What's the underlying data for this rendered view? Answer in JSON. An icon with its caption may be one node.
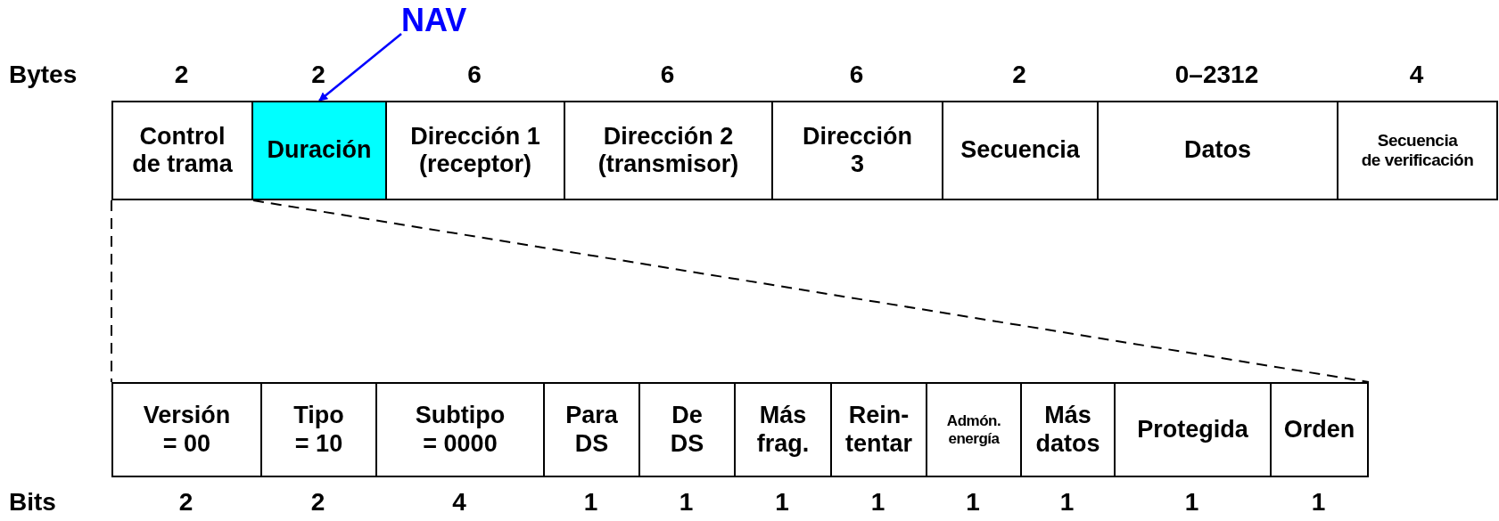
{
  "diagram": {
    "nodes": [
      {
        "text": [
          "Control de trama"
        ],
        "beside": [
          "2"
        ]
      },
      {
        "text": [
          "Duración"
        ],
        "beside": [
          "2"
        ]
      },
      {
        "text": [
          "Dirección 1 (receptor)"
        ],
        "beside": [
          "6"
        ]
      },
      {
        "text": [
          "Dirección 2 (transmisor)"
        ],
        "beside": [
          "6"
        ]
      },
      {
        "text": [
          "Dirección 3"
        ],
        "beside": [
          "6"
        ]
      },
      {
        "text": [
          "Secuencia"
        ],
        "beside": [
          "2"
        ]
      },
      {
        "text": [
          "Datos"
        ],
        "beside": [
          "0–2312"
        ]
      },
      {
        "text": [
          "Secuencia de verificación"
        ],
        "beside": [
          "4"
        ]
      },
      {
        "text": [
          "Versión = 00"
        ],
        "beside": [
          "2"
        ]
      },
      {
        "text": [
          "Tipo = 10"
        ],
        "beside": [
          "2"
        ]
      },
      {
        "text": [
          "Subtipo = 0000"
        ],
        "beside": [
          "4"
        ]
      },
      {
        "text": [
          "Para DS"
        ],
        "beside": [
          "1"
        ]
      },
      {
        "text": [
          "De DS"
        ],
        "beside": [
          "1"
        ]
      },
      {
        "text": [
          "Más frag."
        ],
        "beside": [
          "1"
        ]
      },
      {
        "text": [
          "Rein- tentar"
        ],
        "beside": [
          "1"
        ]
      },
      {
        "text": [
          "Admón. energía"
        ],
        "beside": [
          "1"
        ]
      },
      {
        "text": [
          "Más datos"
        ],
        "beside": [
          "1"
        ]
      },
      {
        "text": [
          "Protegida"
        ],
        "beside": [
          "1"
        ]
      },
      {
        "text": [
          "Orden"
        ],
        "beside": [
          "1"
        ]
      },
      {
        "text": [
          "NAV"
        ]
      }
    ],
    "edges": [
      {
        "from": 19,
        "to": 1,
        "arrow": "to",
        "color": "#0000ff"
      },
      {
        "from": 0,
        "to": 8,
        "arrow": "none",
        "style": "dashed"
      },
      {
        "from": 0,
        "to": 18,
        "arrow": "none",
        "style": "dashed"
      }
    ],
    "labels": [
      "Bytes",
      "Bits"
    ]
  }
}
